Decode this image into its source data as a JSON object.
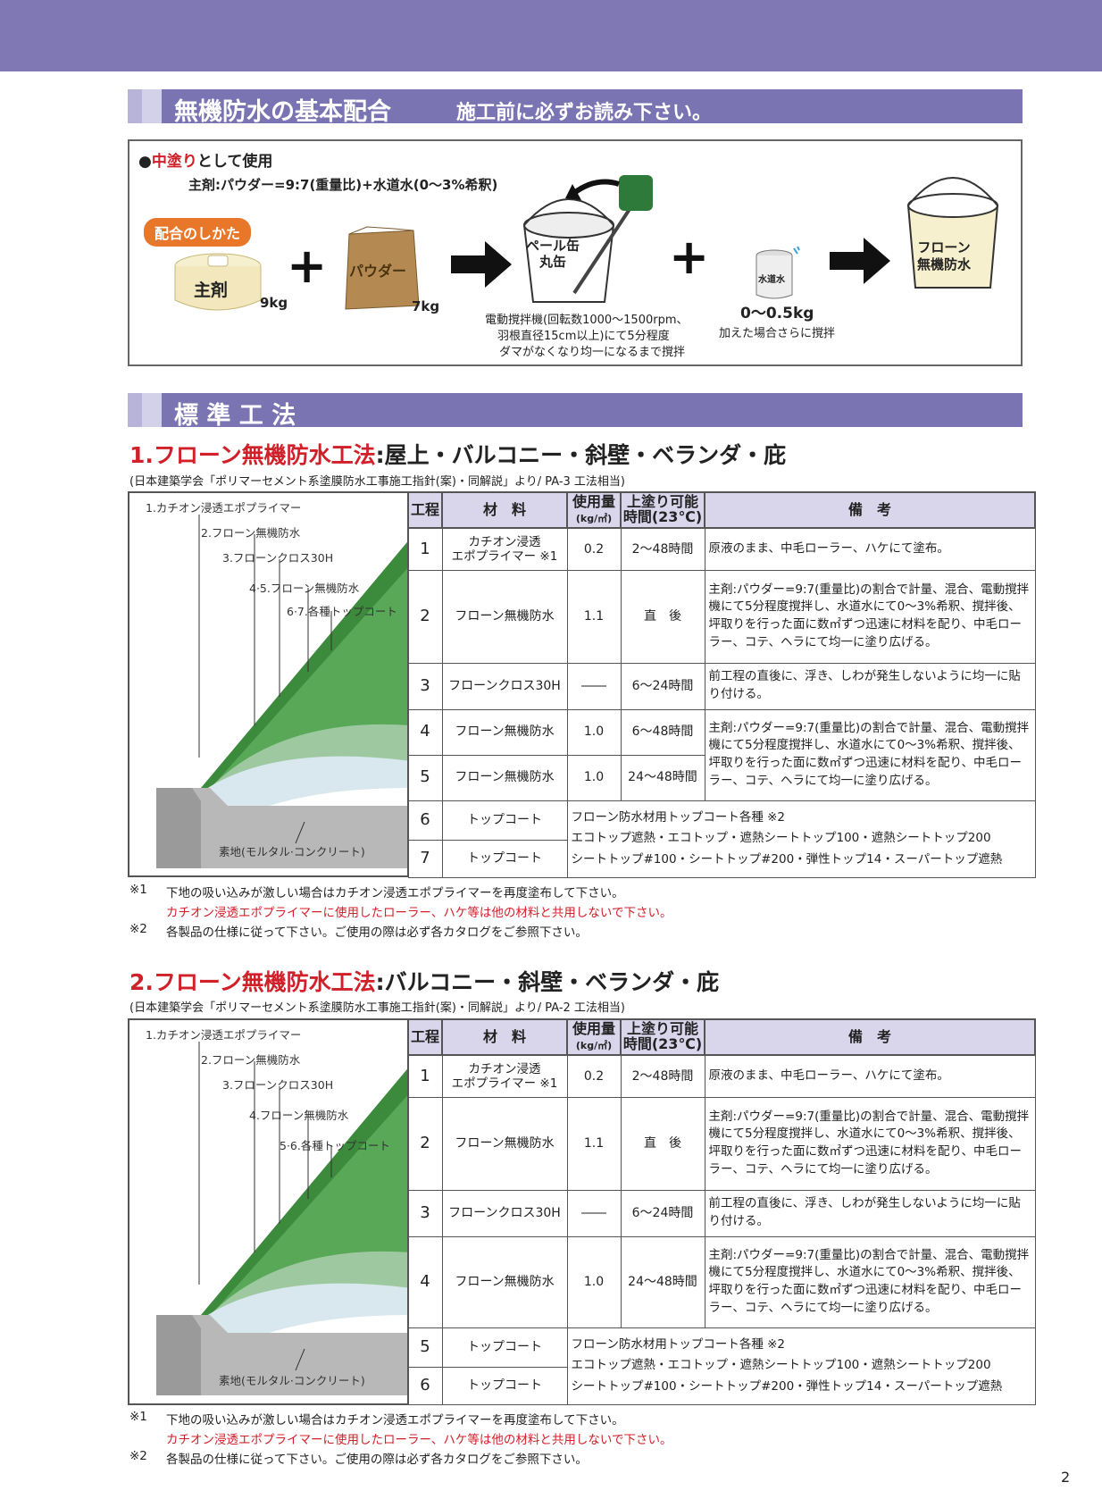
{
  "header": {
    "section1_title": "無機防水の基本配合",
    "section1_note": "施工前に必ずお読み下さい。",
    "section2_title": "標 準 工 法"
  },
  "mix": {
    "usage_prefix": "●",
    "usage_red": "中塗り",
    "usage_rest": "として使用",
    "ratio": "主剤:パウダー=9:7(重量比)+水道水(0〜3%希釈)",
    "how_label": "配合のしかた",
    "main_agent": "主剤",
    "main_weight": "9kg",
    "powder": "パウダー",
    "powder_weight": "7kg",
    "pail": "ペール缶\n丸缶",
    "mixer_note_1": "電動撹拌機(回転数1000〜1500rpm、",
    "mixer_note_2": "羽根直径15cm以上)にて5分程度",
    "mixer_note_3": "ダマがなくなり均一になるまで撹拌",
    "water_can": "水道水",
    "water_amount": "0〜0.5kg",
    "water_note": "加えた場合さらに撹拌",
    "result": "フローン\n無機防水"
  },
  "method1": {
    "title_red": "1.フローン無機防水工法",
    "title_rest": ":屋上・バルコニー・斜壁・ベランダ・庇",
    "source": "(日本建築学会「ポリマーセメント系塗膜防水工事施工指針(案)・同解説」より/ PA-3 工法相当)",
    "labels": [
      "1.カチオン浸透エポプライマー",
      "2.フローン無機防水",
      "3.フローンクロス30H",
      "4·5.フローン無機防水",
      "6·7.各種トップコート",
      "素地(モルタル·コンクリート)"
    ],
    "headers": {
      "step": "工程",
      "material": "材　料",
      "amount": "使用量",
      "amount_unit": "(kg/㎡)",
      "recoat": "上塗り可能",
      "recoat_sub": "時間(23℃)",
      "remarks": "備　考"
    },
    "rows": [
      {
        "step": "1",
        "material": "カチオン浸透\nエポプライマー ※1",
        "amount": "0.2",
        "time": "2〜48時間",
        "remark": "原液のまま、中毛ローラー、ハケにて塗布。"
      },
      {
        "step": "2",
        "material": "フローン無機防水",
        "amount": "1.1",
        "time": "直　後",
        "remark": "主剤:パウダー=9:7(重量比)の割合で計量、混合、電動撹拌機にて5分程度撹拌し、水道水にて0〜3%希釈、撹拌後、坪取りを行った面に数㎡ずつ迅速に材料を配り、中毛ローラー、コテ、ヘラにて均一に塗り広げる。"
      },
      {
        "step": "3",
        "material": "フローンクロス30H",
        "amount": "――",
        "time": "6〜24時間",
        "remark": "前工程の直後に、浮き、しわが発生しないように均一に貼り付ける。"
      },
      {
        "step": "4",
        "material": "フローン無機防水",
        "amount": "1.0",
        "time": "6〜48時間",
        "remark": "主剤:パウダー=9:7(重量比)の割合で計量、混合、電動撹拌機にて5分程度撹拌し、水道水にて0〜3%希釈、撹拌後、坪取りを行った面に数㎡ずつ迅速に材料を配り、中毛ローラー、コテ、ヘラにて均一に塗り広げる。"
      },
      {
        "step": "5",
        "material": "フローン無機防水",
        "amount": "1.0",
        "time": "24〜48時間"
      },
      {
        "step": "6",
        "material": "トップコート",
        "remark": "フローン防水材用トップコート各種 ※2\nエコトップ遮熱・エコトップ・遮熱シートトップ100・遮熱シートトップ200\nシートトップ#100・シートトップ#200・弾性トップ14・スーパートップ遮熱"
      },
      {
        "step": "7",
        "material": "トップコート"
      }
    ],
    "note1_mark": "※1",
    "note1": "下地の吸い込みが激しい場合はカチオン浸透エポプライマーを再度塗布して下さい。",
    "note1_red": "カチオン浸透エポプライマーに使用したローラー、ハケ等は他の材料と共用しないで下さい。",
    "note2_mark": "※2",
    "note2": "各製品の仕様に従って下さい。ご使用の際は必ず各カタログをご参照下さい。"
  },
  "method2": {
    "title_red": "2.フローン無機防水工法",
    "title_rest": ":バルコニー・斜壁・ベランダ・庇",
    "source": "(日本建築学会「ポリマーセメント系塗膜防水工事施工指針(案)・同解説」より/ PA-2 工法相当)",
    "labels": [
      "1.カチオン浸透エポプライマー",
      "2.フローン無機防水",
      "3.フローンクロス30H",
      "4.フローン無機防水",
      "5·6.各種トップコート",
      "素地(モルタル·コンクリート)"
    ],
    "rows": [
      {
        "step": "1",
        "material": "カチオン浸透\nエポプライマー ※1",
        "amount": "0.2",
        "time": "2〜48時間",
        "remark": "原液のまま、中毛ローラー、ハケにて塗布。"
      },
      {
        "step": "2",
        "material": "フローン無機防水",
        "amount": "1.1",
        "time": "直　後",
        "remark": "主剤:パウダー=9:7(重量比)の割合で計量、混合、電動撹拌機にて5分程度撹拌し、水道水にて0〜3%希釈、撹拌後、坪取りを行った面に数㎡ずつ迅速に材料を配り、中毛ローラー、コテ、ヘラにて均一に塗り広げる。"
      },
      {
        "step": "3",
        "material": "フローンクロス30H",
        "amount": "――",
        "time": "6〜24時間",
        "remark": "前工程の直後に、浮き、しわが発生しないように均一に貼り付ける。"
      },
      {
        "step": "4",
        "material": "フローン無機防水",
        "amount": "1.0",
        "time": "24〜48時間",
        "remark": "主剤:パウダー=9:7(重量比)の割合で計量、混合、電動撹拌機にて5分程度撹拌し、水道水にて0〜3%希釈、撹拌後、坪取りを行った面に数㎡ずつ迅速に材料を配り、中毛ローラー、コテ、ヘラにて均一に塗り広げる。"
      },
      {
        "step": "5",
        "material": "トップコート",
        "remark": "フローン防水材用トップコート各種 ※2\nエコトップ遮熱・エコトップ・遮熱シートトップ100・遮熱シートトップ200\nシートトップ#100・シートトップ#200・弾性トップ14・スーパートップ遮熱"
      },
      {
        "step": "6",
        "material": "トップコート"
      }
    ]
  },
  "page_number": "2"
}
